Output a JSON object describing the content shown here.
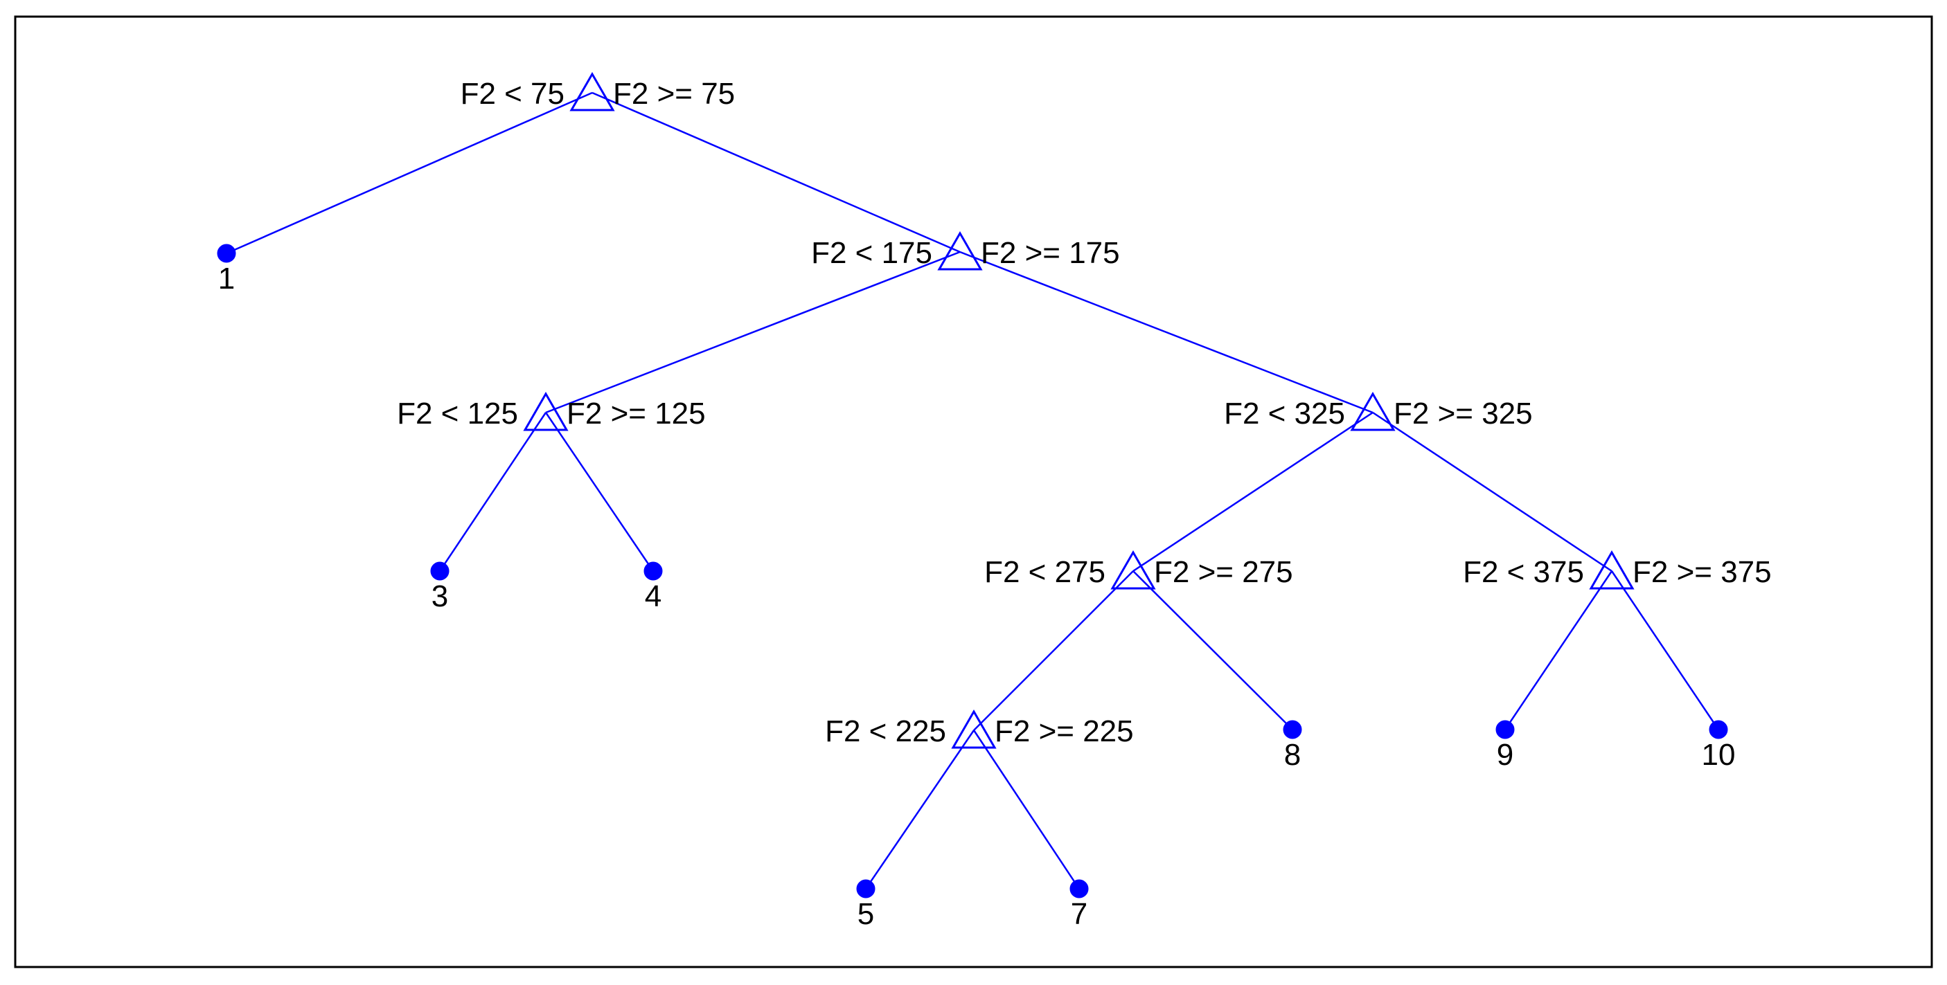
{
  "diagram": {
    "type": "decision-tree",
    "colors": {
      "line": "#0000ff",
      "marker": "#0000ff",
      "text": "#000000",
      "frame": "#000000"
    },
    "nodes": [
      {
        "id": "n0",
        "kind": "split",
        "left": "F2 < 75",
        "right": "F2 >= 75"
      },
      {
        "id": "n1",
        "kind": "leaf",
        "label": "1"
      },
      {
        "id": "n2",
        "kind": "split",
        "left": "F2 < 175",
        "right": "F2 >= 175"
      },
      {
        "id": "n3",
        "kind": "split",
        "left": "F2 < 125",
        "right": "F2 >= 125"
      },
      {
        "id": "n4",
        "kind": "split",
        "left": "F2 < 325",
        "right": "F2 >= 325"
      },
      {
        "id": "n5",
        "kind": "leaf",
        "label": "3"
      },
      {
        "id": "n6",
        "kind": "leaf",
        "label": "4"
      },
      {
        "id": "n7",
        "kind": "split",
        "left": "F2 < 275",
        "right": "F2 >= 275"
      },
      {
        "id": "n8",
        "kind": "split",
        "left": "F2 < 375",
        "right": "F2 >= 375"
      },
      {
        "id": "n9",
        "kind": "split",
        "left": "F2 < 225",
        "right": "F2 >= 225"
      },
      {
        "id": "n10",
        "kind": "leaf",
        "label": "8"
      },
      {
        "id": "n11",
        "kind": "leaf",
        "label": "9"
      },
      {
        "id": "n12",
        "kind": "leaf",
        "label": "10"
      },
      {
        "id": "n13",
        "kind": "leaf",
        "label": "5"
      },
      {
        "id": "n14",
        "kind": "leaf",
        "label": "7"
      }
    ],
    "edges": [
      [
        "n0",
        "n1"
      ],
      [
        "n0",
        "n2"
      ],
      [
        "n2",
        "n3"
      ],
      [
        "n2",
        "n4"
      ],
      [
        "n3",
        "n5"
      ],
      [
        "n3",
        "n6"
      ],
      [
        "n4",
        "n7"
      ],
      [
        "n4",
        "n8"
      ],
      [
        "n7",
        "n9"
      ],
      [
        "n7",
        "n10"
      ],
      [
        "n8",
        "n11"
      ],
      [
        "n8",
        "n12"
      ],
      [
        "n9",
        "n13"
      ],
      [
        "n9",
        "n14"
      ]
    ]
  }
}
